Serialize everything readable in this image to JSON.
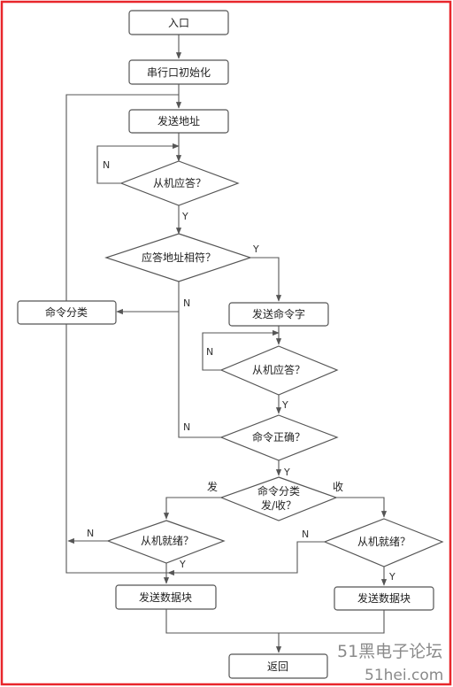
{
  "nodes": {
    "entry": "入口",
    "init_serial": "串行口初始化",
    "send_address": "发送地址",
    "slave_ack_1": "从机应答？",
    "ack_address_match": "应答地址相符？",
    "command_classify_box": "命令分类",
    "send_command_word": "发送命令字",
    "slave_ack_2": "从机应答？",
    "command_correct": "命令正确？",
    "command_classify_line1": "命令分类",
    "command_classify_line2": "发/收？",
    "slave_ready_left": "从机就绪？",
    "slave_ready_right": "从机就绪？",
    "send_data_block_left": "发送数据块",
    "send_data_block_right": "发送数据块",
    "return": "返回"
  },
  "edge_labels": {
    "n_ack1": "N",
    "y_ack1": "Y",
    "y_match": "Y",
    "n_match": "N",
    "n_ack2": "N",
    "y_ack2": "Y",
    "n_correct": "N",
    "y_correct": "Y",
    "send_branch": "发",
    "receive_branch": "收",
    "n_ready_left": "N",
    "y_ready_left": "Y",
    "n_ready_right": "N",
    "y_ready_right": "Y"
  },
  "watermark": {
    "line1": "51黑电子论坛",
    "line2": "51hei.com"
  },
  "colors": {
    "frame": "#e8262b",
    "line": "#555555",
    "watermark": "#8a8a8a"
  }
}
